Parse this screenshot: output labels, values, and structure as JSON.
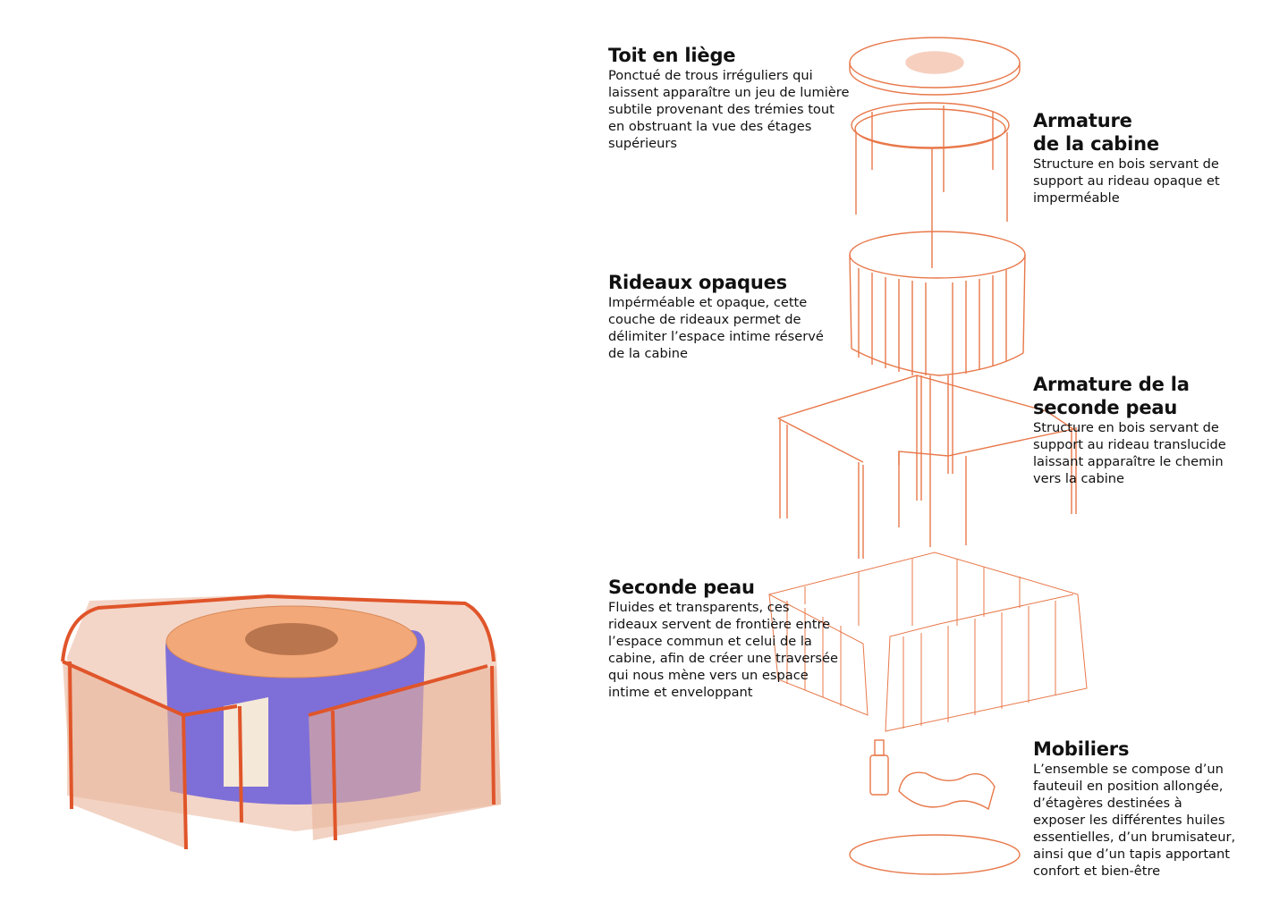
{
  "colors": {
    "line": "#e8784a",
    "frame": "#e0552a",
    "curtain_purple": "#7e6fd8",
    "roof": "#f2a878",
    "sheer": "#e9b49a"
  },
  "labels": [
    {
      "title": "Toit en liège",
      "body": "Ponctué de trous irréguliers qui\nlaissent apparaître un jeu de lumière\nsubtile provenant des trémies tout\nen obstruant la vue des étages\nsupérieurs"
    },
    {
      "title": "Armature\nde la cabine",
      "body": "Structure en bois servant de\nsupport au rideau opaque et\nimperméable"
    },
    {
      "title": "Rideaux opaques",
      "body": "Impérméable et opaque, cette\ncouche de rideaux permet de\ndélimiter l’espace intime réservé\nde la cabine"
    },
    {
      "title": "Armature de la\nseconde peau",
      "body": "Structure en bois servant de\nsupport au rideau translucide\nlaissant apparaître le chemin\nvers la cabine"
    },
    {
      "title": "Seconde peau",
      "body": "Fluides et transparents, ces\nrideaux servent de frontière entre\nl’espace commun et celui de la\ncabine, afin de créer une traversée\nqui nous mène vers un espace\nintime et enveloppant"
    },
    {
      "title": "Mobiliers",
      "body": "L’ensemble se compose d’un\nfauteuil en position allongée,\nd’étagères destinées à\nexposer les différentes huiles\nessentielles, d’un brumisateur,\nainsi que d’un tapis apportant\nconfort et bien-être"
    }
  ]
}
